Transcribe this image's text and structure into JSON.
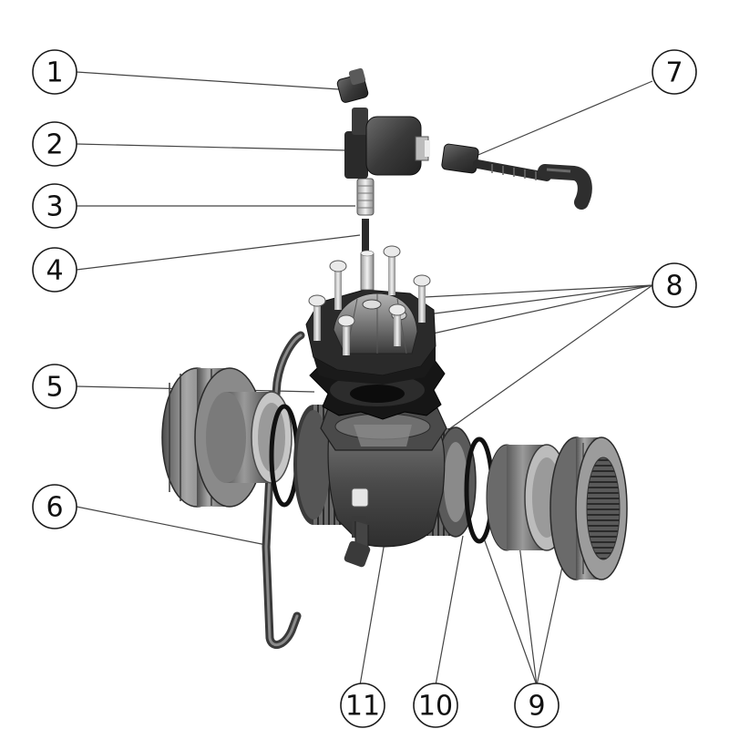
{
  "diagram": {
    "callouts": [
      {
        "id": "1",
        "label": "1"
      },
      {
        "id": "2",
        "label": "2"
      },
      {
        "id": "3",
        "label": "3"
      },
      {
        "id": "4",
        "label": "4"
      },
      {
        "id": "5",
        "label": "5"
      },
      {
        "id": "6",
        "label": "6"
      },
      {
        "id": "7",
        "label": "7"
      },
      {
        "id": "8",
        "label": "8"
      },
      {
        "id": "9",
        "label": "9"
      },
      {
        "id": "10",
        "label": "10"
      },
      {
        "id": "11",
        "label": "11"
      }
    ],
    "colors": {
      "part_dark": "#3a3a3a",
      "part_mid": "#6b6b6b",
      "part_light": "#9a9a9a",
      "gasket": "#111111",
      "highlight": "#d8d8d8"
    }
  }
}
